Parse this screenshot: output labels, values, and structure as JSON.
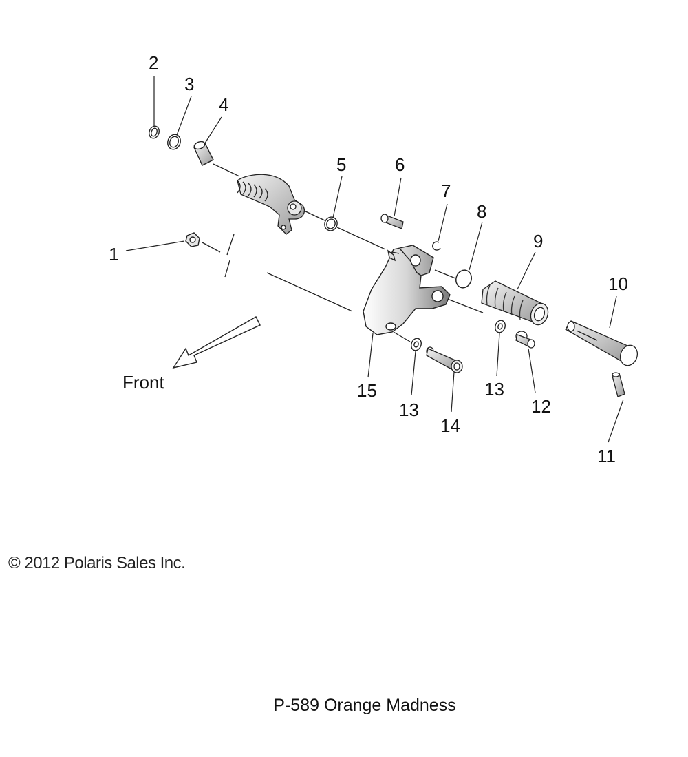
{
  "diagram": {
    "front_label": "Front",
    "copyright": "© 2012 Polaris Sales Inc.",
    "caption": "P-589 Orange Madness",
    "callouts": [
      {
        "id": "1",
        "text": "1"
      },
      {
        "id": "2",
        "text": "2"
      },
      {
        "id": "3",
        "text": "3"
      },
      {
        "id": "4",
        "text": "4"
      },
      {
        "id": "5",
        "text": "5"
      },
      {
        "id": "6",
        "text": "6"
      },
      {
        "id": "7",
        "text": "7"
      },
      {
        "id": "8",
        "text": "8"
      },
      {
        "id": "9",
        "text": "9"
      },
      {
        "id": "10",
        "text": "10"
      },
      {
        "id": "11",
        "text": "11"
      },
      {
        "id": "12",
        "text": "12"
      },
      {
        "id": "13a",
        "text": "13"
      },
      {
        "id": "13b",
        "text": "13"
      },
      {
        "id": "14",
        "text": "14"
      },
      {
        "id": "15",
        "text": "15"
      }
    ]
  }
}
